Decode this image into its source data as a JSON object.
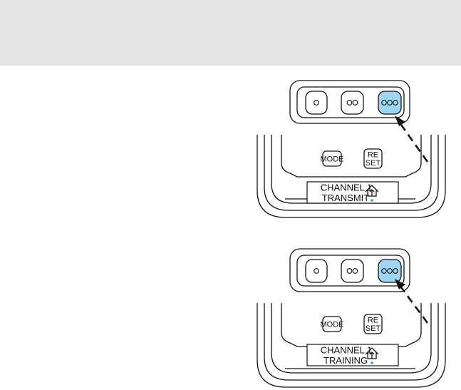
{
  "header": {
    "background_color": "#e3e3e3"
  },
  "colors": {
    "highlight": "#9fd6f2",
    "outline": "#111111",
    "indicator": "#2a9fd6"
  },
  "diagrams": [
    {
      "id": "transmit",
      "top_buttons": [
        {
          "icon": "one-dot-icon",
          "highlighted": false
        },
        {
          "icon": "two-dots-icon",
          "highlighted": false
        },
        {
          "icon": "three-dots-icon",
          "highlighted": true
        }
      ],
      "mode_label": "MODE",
      "reset_label_line1": "RE",
      "reset_label_line2": "SET",
      "display_line1": "CHANNEL 1",
      "display_line2": "TRANSMIT",
      "display_icon": "garage-door-icon",
      "arrow": "dashed-arrow-to-button-3"
    },
    {
      "id": "training",
      "top_buttons": [
        {
          "icon": "one-dot-icon",
          "highlighted": false
        },
        {
          "icon": "two-dots-icon",
          "highlighted": false
        },
        {
          "icon": "three-dots-icon",
          "highlighted": true
        }
      ],
      "mode_label": "MODE",
      "reset_label_line1": "RE",
      "reset_label_line2": "SET",
      "display_line1": "CHANNEL 1",
      "display_line2": "TRAINING",
      "display_icon": "garage-door-icon",
      "arrow": "dashed-arrow-to-button-3"
    }
  ]
}
